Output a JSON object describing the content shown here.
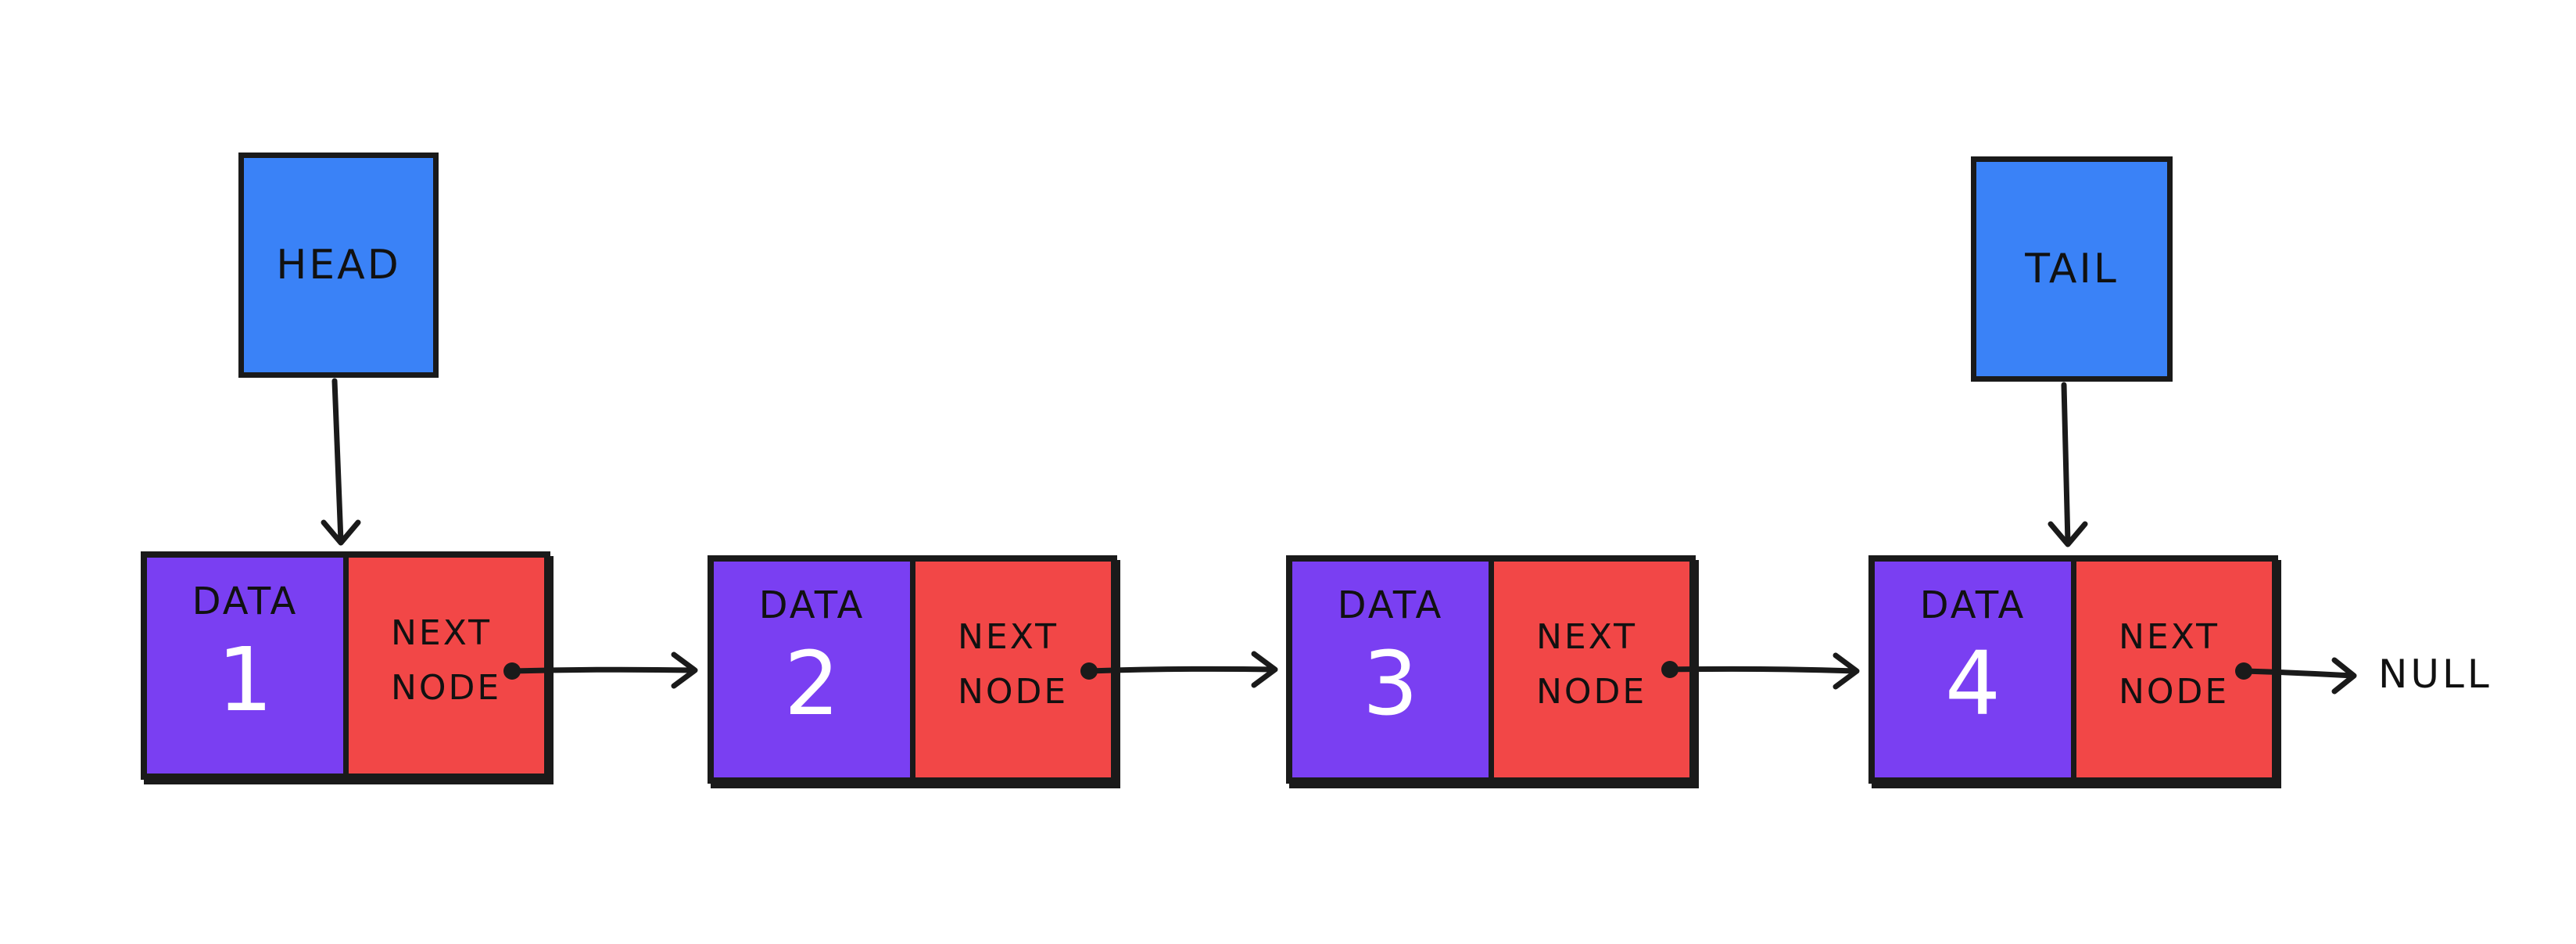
{
  "pointers": {
    "head": {
      "label": "HEAD"
    },
    "tail": {
      "label": "TAIL"
    }
  },
  "nodes": [
    {
      "data_label": "DATA",
      "value": "1",
      "next_line1": "NEXT",
      "next_line2": "NODE"
    },
    {
      "data_label": "DATA",
      "value": "2",
      "next_line1": "NEXT",
      "next_line2": "NODE"
    },
    {
      "data_label": "DATA",
      "value": "3",
      "next_line1": "NEXT",
      "next_line2": "NODE"
    },
    {
      "data_label": "DATA",
      "value": "4",
      "next_line1": "NEXT",
      "next_line2": "NODE"
    }
  ],
  "terminal": {
    "label": "NULL"
  },
  "colors": {
    "pointer_fill": "#3a82f7",
    "data_fill": "#7a3ff2",
    "next_fill": "#f24747",
    "outline": "#1a1a1a"
  }
}
